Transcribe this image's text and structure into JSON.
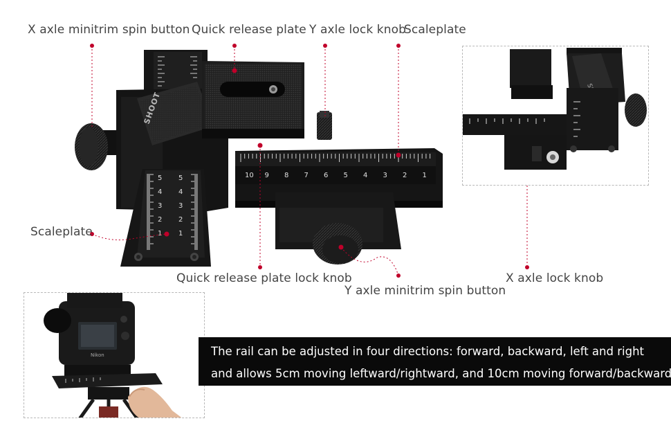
{
  "labels": {
    "x_axle_minitrim_spin_button": "X axle minitrim spin button",
    "quick_release_plate": "Quick release plate",
    "y_axle_lock_knob": "Y axle lock knob",
    "scaleplate_top": "Scaleplate",
    "scaleplate_left": "Scaleplate",
    "quick_release_plate_lock_knob": "Quick release plate lock knob",
    "y_axle_minitrim_spin_button": "Y axle minitrim spin button",
    "x_axle_lock_knob": "X axle lock knob"
  },
  "caption": {
    "line1": "The rail can be adjusted in four directions: forward, backward, left and right",
    "line2": "and allows 5cm moving leftward/rightward, and 10cm moving forward/backward"
  },
  "product": {
    "brand": "SHOOT",
    "horizontal_scale": [
      "10",
      "9",
      "8",
      "7",
      "6",
      "5",
      "4",
      "3",
      "2",
      "1"
    ],
    "vertical_scale": [
      "5",
      "4",
      "3",
      "2",
      "1"
    ],
    "camera_brand": "Nikon"
  },
  "colors": {
    "marker": "#c0002a",
    "body": "#1a1a1a",
    "caption_bg": "#0a0a0a"
  }
}
